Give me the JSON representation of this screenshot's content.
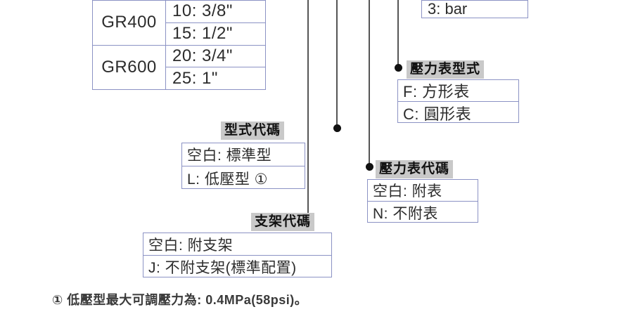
{
  "model_table": {
    "rows": [
      {
        "series": "GR400",
        "ports": [
          "10: 3/8\"",
          "15: 1/2\""
        ]
      },
      {
        "series": "GR600",
        "ports": [
          "20: 3/4\"",
          "25: 1\""
        ]
      }
    ]
  },
  "unit_box": {
    "value": "3: bar"
  },
  "sections": [
    {
      "id": "gauge-type",
      "caption": "壓力表型式",
      "options": [
        "F: 方形表",
        "C: 圓形表"
      ]
    },
    {
      "id": "body-type",
      "caption": "型式代碼",
      "options": [
        "空白: 標準型",
        "L: 低壓型 ①"
      ]
    },
    {
      "id": "gauge-code",
      "caption": "壓力表代碼",
      "options": [
        "空白: 附表",
        "N: 不附表"
      ]
    },
    {
      "id": "bracket-code",
      "caption": "支架代碼",
      "options": [
        "空白: 附支架",
        "J: 不附支架(標準配置)"
      ]
    }
  ],
  "footnote": "① 低壓型最大可調壓力為: 0.4MPa(58psi)。",
  "colors": {
    "box_border": "#8b92c4",
    "caption_background": "#c9c9c9",
    "leader_line": "#555555",
    "dot": "#111111",
    "text": "#2c2c2c"
  }
}
